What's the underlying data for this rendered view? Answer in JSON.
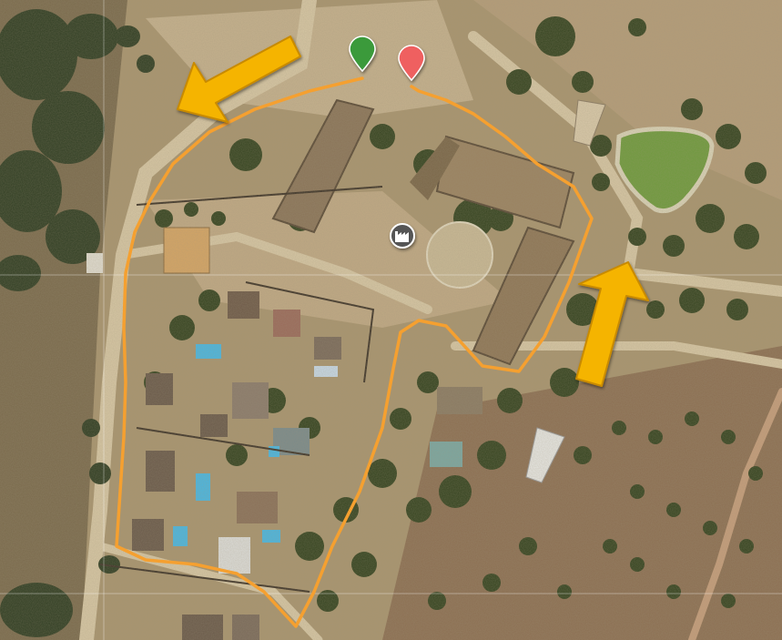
{
  "map": {
    "type": "satellite",
    "colors": {
      "route": "#f5a030",
      "arrow_fill": "#f5b400",
      "arrow_stroke": "#c88a00",
      "start_marker": "#3a9a3a",
      "end_marker": "#ef6060",
      "poi_marker": "#555555",
      "vegetation_dark": "#2f3d22",
      "ground": "#b7a27c",
      "lawn": "#6e9a3c",
      "pool": "#49b6e0"
    },
    "markers": [
      {
        "name": "start-marker",
        "icon": "map-pin-icon",
        "color": "#3a9a3a"
      },
      {
        "name": "end-marker",
        "icon": "map-pin-icon",
        "color": "#ef6060"
      },
      {
        "name": "poi-marker",
        "icon": "factory-icon",
        "color": "#555555"
      }
    ],
    "annotations": [
      {
        "name": "direction-arrow-left",
        "icon": "arrow-icon"
      },
      {
        "name": "direction-arrow-right",
        "icon": "arrow-icon"
      }
    ]
  }
}
